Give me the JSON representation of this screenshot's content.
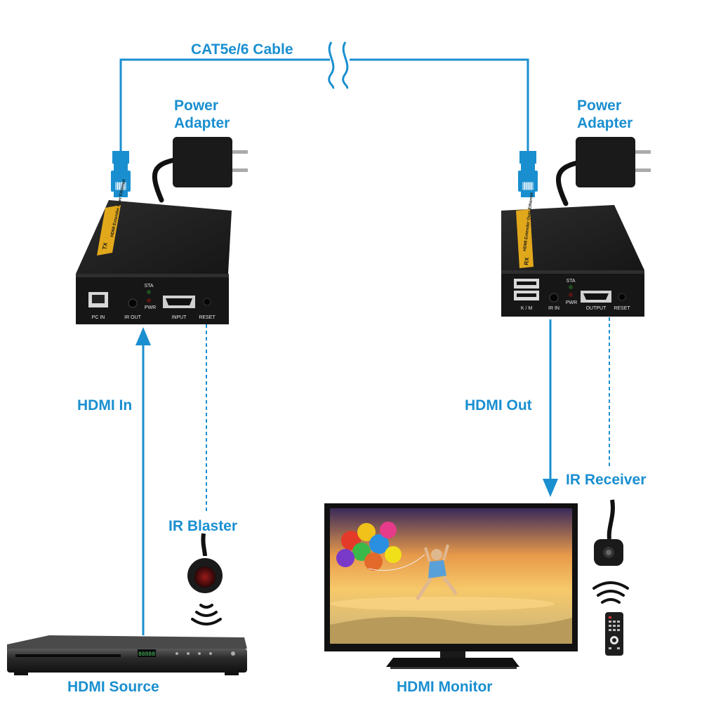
{
  "labels": {
    "cable": "CAT5e/6 Cable",
    "power_adapter_left_1": "Power",
    "power_adapter_left_2": "Adapter",
    "power_adapter_right_1": "Power",
    "power_adapter_right_2": "Adapter",
    "hdmi_in": "HDMI In",
    "hdmi_out": "HDMI Out",
    "ir_blaster": "IR Blaster",
    "ir_receiver": "IR Receiver",
    "hdmi_source": "HDMI Source",
    "hdmi_monitor": "HDMI Monitor"
  },
  "tx_panel": {
    "badge": "TX",
    "side_text": "HDMI Extender Over Ethernet",
    "pc_in": "PC IN",
    "ir_out": "IR OUT",
    "sta": "STA",
    "pwr": "PWR",
    "input": "INPUT",
    "reset": "RESET"
  },
  "rx_panel": {
    "badge": "RX",
    "side_text": "HDMI Extender Over Ethernet",
    "km": "K / M",
    "ir_in": "IR IN",
    "sta": "STA",
    "pwr": "PWR",
    "output": "OUTPUT",
    "reset": "RESET"
  },
  "colors": {
    "accent": "#1a8fd0",
    "device_body": "#1c1c1c",
    "gold": "#e2a81b",
    "cable_black": "#111111"
  },
  "icons": {
    "rj45": "rj45-connector-icon",
    "adapter": "power-adapter-icon",
    "ir_waves": "ir-signal-icon",
    "remote": "remote-control-icon"
  }
}
